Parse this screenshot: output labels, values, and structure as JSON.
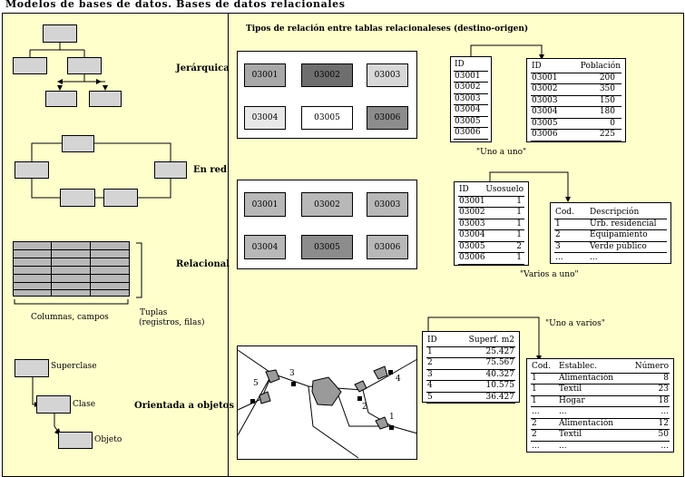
{
  "title": "Modelos de bases de datos. Bases de datos relacionales",
  "left_panel": {
    "hierarchical_label": "Jerárquica",
    "network_label": "En red",
    "relational_label": "Relacional",
    "relational_columns": "Columnas, campos",
    "relational_tuples_line1": "Tuplas",
    "relational_tuples_line2": "(registros, filas)",
    "object_label": "Orientada a objetos",
    "object_superclass": "Superclase",
    "object_class": "Clase",
    "object_object": "Objeto"
  },
  "right_panel": {
    "heading": "Tipos de relación entre tablas relacionaleses (destino-origen)",
    "grid1": [
      "03001",
      "03002",
      "03003",
      "03004",
      "03005",
      "03006"
    ],
    "grid2": [
      "03001",
      "03002",
      "03003",
      "03004",
      "03005",
      "03006"
    ],
    "one_to_one": {
      "label": "\"Uno a uno\"",
      "left_header": "ID",
      "left_ids": [
        "03001",
        "03002",
        "03003",
        "03004",
        "03005",
        "03006"
      ],
      "right_header_id": "ID",
      "right_header_value": "Población",
      "right_rows": [
        {
          "id": "03001",
          "value": "200"
        },
        {
          "id": "03002",
          "value": "350"
        },
        {
          "id": "03003",
          "value": "150"
        },
        {
          "id": "03004",
          "value": "180"
        },
        {
          "id": "03005",
          "value": "0"
        },
        {
          "id": "03006",
          "value": "225"
        }
      ]
    },
    "many_to_one": {
      "label": "\"Varios a uno\"",
      "left_header_id": "ID",
      "left_header_value": "Usosuelo",
      "left_rows": [
        {
          "id": "03001",
          "value": "1"
        },
        {
          "id": "03002",
          "value": "1"
        },
        {
          "id": "03003",
          "value": "1"
        },
        {
          "id": "03004",
          "value": "1"
        },
        {
          "id": "03005",
          "value": "2"
        },
        {
          "id": "03006",
          "value": "1"
        }
      ],
      "right_header_id": "Cod.",
      "right_header_value": "Descripción",
      "right_rows": [
        {
          "id": "1",
          "value": "Urb. residencial"
        },
        {
          "id": "2",
          "value": "Equipamiento"
        },
        {
          "id": "3",
          "value": "Verde público"
        },
        {
          "id": "...",
          "value": "..."
        }
      ]
    },
    "one_to_many": {
      "label": "\"Uno a varios\"",
      "map_labels": [
        "1",
        "2",
        "3",
        "4",
        "5"
      ],
      "left_header_id": "ID",
      "left_header_value": "Superf. m2",
      "left_rows": [
        {
          "id": "1",
          "value": "25.427"
        },
        {
          "id": "2",
          "value": "75.567"
        },
        {
          "id": "3",
          "value": "40.327"
        },
        {
          "id": "4",
          "value": "10.575"
        },
        {
          "id": "5",
          "value": "36.427"
        }
      ],
      "right_header_id": "Cod.",
      "right_header_mid": "Establec.",
      "right_header_value": "Número",
      "right_rows": [
        {
          "id": "1",
          "mid": "Alimentación",
          "value": "8"
        },
        {
          "id": "1",
          "mid": "Textil",
          "value": "23"
        },
        {
          "id": "1",
          "mid": "Hogar",
          "value": "18"
        },
        {
          "id": "...",
          "mid": "...",
          "value": "..."
        },
        {
          "id": "2",
          "mid": "Alimentación",
          "value": "12"
        },
        {
          "id": "2",
          "mid": "Textil",
          "value": "50"
        },
        {
          "id": "...",
          "mid": "...",
          "value": "..."
        }
      ]
    }
  }
}
